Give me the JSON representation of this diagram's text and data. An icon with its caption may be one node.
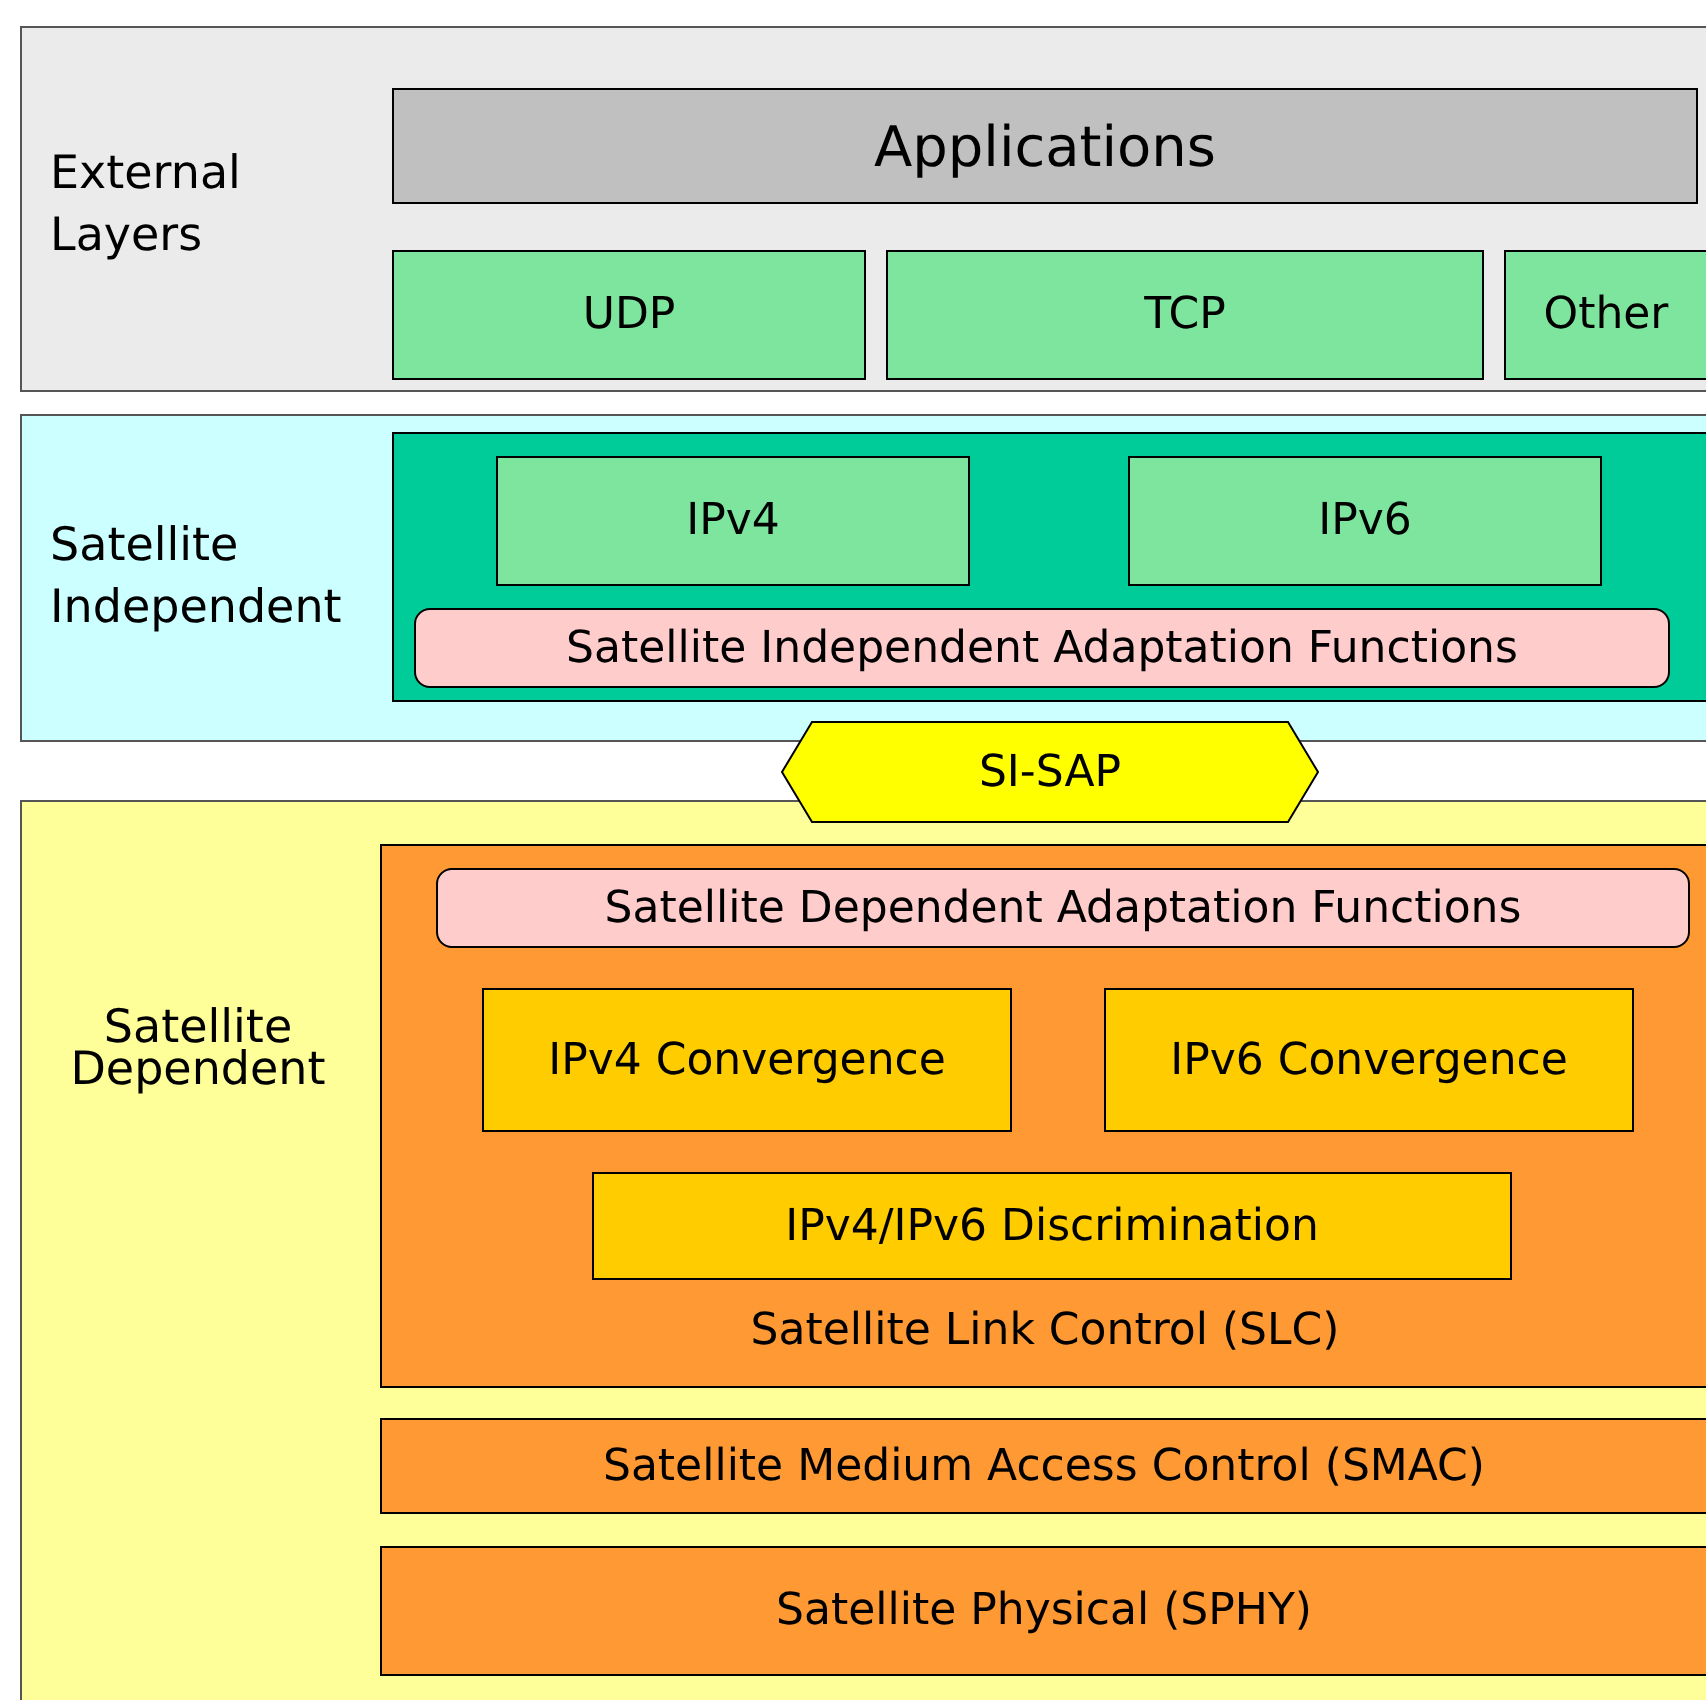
{
  "diagram": {
    "nodes": [
      {
        "text": [
          "External Layers"
        ]
      },
      {
        "text": [
          "Applications"
        ],
        "in": 0
      },
      {
        "text": [
          "UDP"
        ],
        "in": 0
      },
      {
        "text": [
          "TCP"
        ],
        "in": 0
      },
      {
        "text": [
          "Other"
        ],
        "in": 0
      },
      {
        "text": [
          "Satellite Independent"
        ]
      },
      {
        "text": [],
        "shape": "box",
        "in": 5
      },
      {
        "text": [
          "IPv4"
        ],
        "in": 6
      },
      {
        "text": [
          "IPv6"
        ],
        "in": 6
      },
      {
        "text": [
          "Satellite Independent Adaptation Functions"
        ],
        "in": 6
      },
      {
        "text": [
          "SI-SAP"
        ]
      },
      {
        "text": [
          "Satellite Dependent"
        ]
      },
      {
        "text": [
          "Satellite Link Control (SLC)"
        ],
        "in": 11
      },
      {
        "text": [
          "Satellite Dependent Adaptation Functions"
        ],
        "in": 12
      },
      {
        "text": [
          "IPv4 Convergence"
        ],
        "in": 12
      },
      {
        "text": [
          "IPv6 Convergence"
        ],
        "in": 12
      },
      {
        "text": [
          "IPv4/IPv6 Discrimination"
        ],
        "in": 12
      },
      {
        "text": [
          "Satellite Medium Access Control (SMAC)"
        ],
        "in": 11
      },
      {
        "text": [
          "Satellite Physical (SPHY)"
        ],
        "in": 11
      }
    ],
    "edges": []
  }
}
